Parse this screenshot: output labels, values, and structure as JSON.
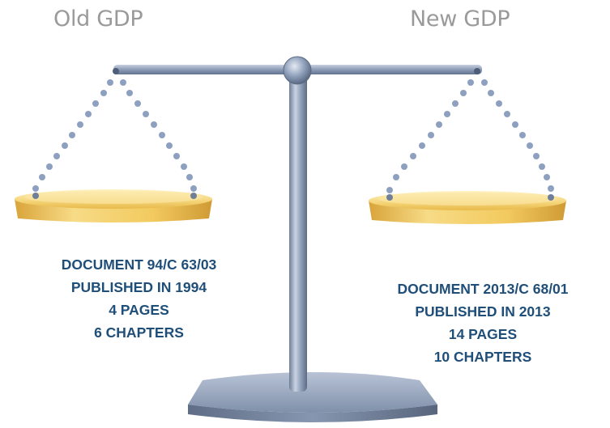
{
  "headings": {
    "old": "Old GDP",
    "new": "New GDP"
  },
  "old_document": {
    "line1": "DOCUMENT 94/C 63/03",
    "line2": "PUBLISHED IN 1994",
    "line3": "4 PAGES",
    "line4": "6 CHAPTERS"
  },
  "new_document": {
    "line1": "DOCUMENT 2013/C 68/01",
    "line2": "PUBLISHED IN 2013",
    "line3": "14 PAGES",
    "line4": "10 CHAPTERS"
  },
  "colors": {
    "text": "#1f4e79",
    "heading": "#9a9a9a",
    "pan_gold": "#f5cd63",
    "beam_steel": "#8899b3",
    "chain_dots": "#8ea0c0"
  }
}
